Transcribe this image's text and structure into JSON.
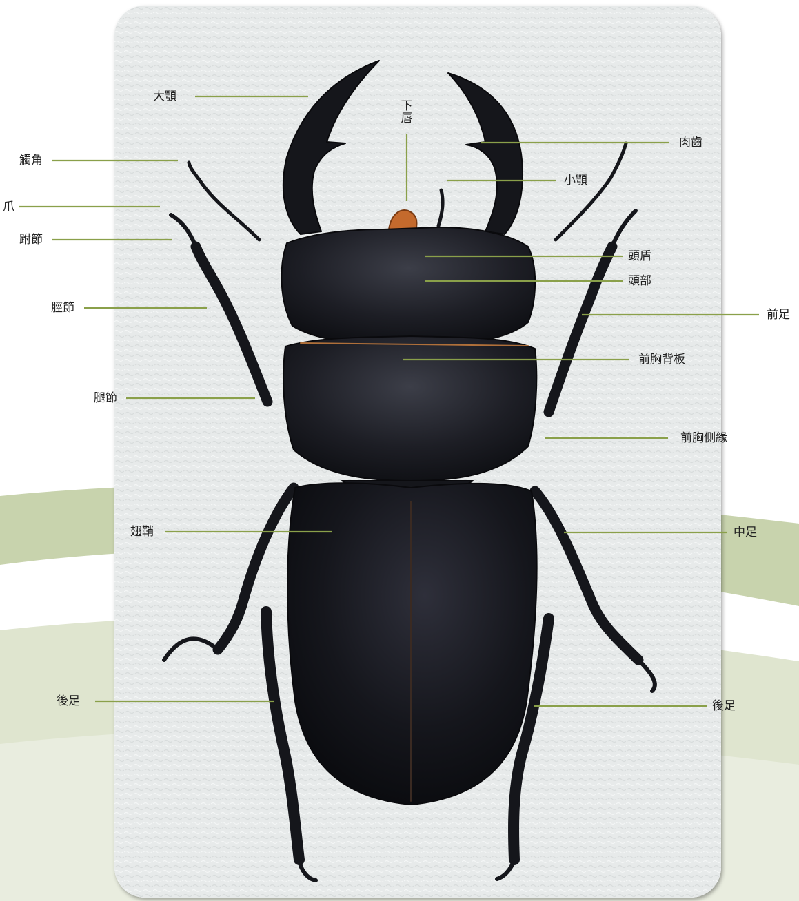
{
  "diagram": {
    "subject": "stag-beetle-anatomy",
    "accent_line_color": "#8aa04a",
    "labels": {
      "mandible": "大顎",
      "labrum": "下唇",
      "antenna": "觸角",
      "claw": "爪",
      "tarsus": "跗節",
      "tibia": "脛節",
      "femur": "腿節",
      "elytra": "翅鞘",
      "hind_leg_left": "後足",
      "inner_tooth": "肉齒",
      "maxilla": "小顎",
      "clypeus": "頭盾",
      "head": "頭部",
      "foreleg": "前足",
      "pronotum": "前胸背板",
      "pronotum_margin": "前胸側緣",
      "middle_leg": "中足",
      "hind_leg_right": "後足"
    }
  }
}
